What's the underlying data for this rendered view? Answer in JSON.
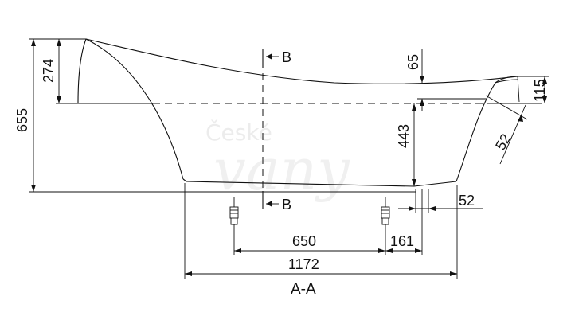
{
  "drawing": {
    "watermark_top": "České",
    "watermark_bottom": "vany",
    "section_title": "A-A",
    "section_marker_top": "B",
    "section_marker_bottom": "B"
  },
  "dimensions": {
    "total_height": "655",
    "headrest_rise": "274",
    "rim_to_floor": "443",
    "rim_dip": "65",
    "end_rise": "115",
    "wall_thickness": "52",
    "bottom_offset": "52",
    "foot_spacing": "650",
    "foot_offset": "161",
    "bottom_length": "1172"
  },
  "colors": {
    "line": "#111111",
    "watermark": "#ececec"
  }
}
